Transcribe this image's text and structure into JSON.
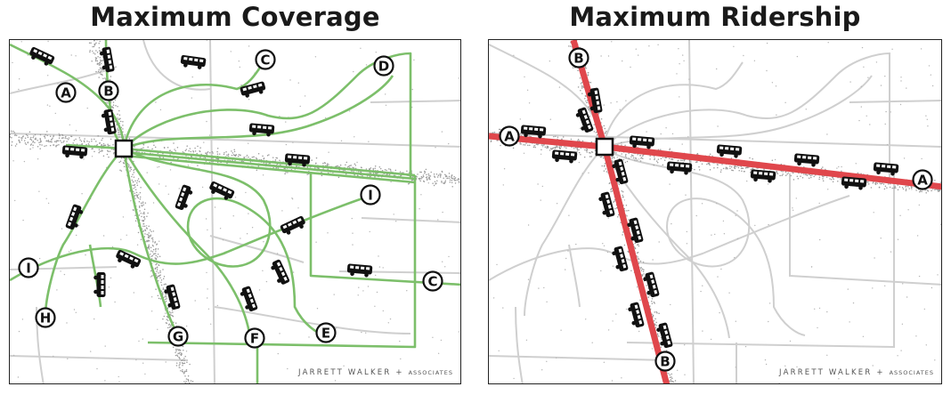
{
  "left_panel": {
    "title": "Maximum Coverage",
    "route_color": "#7cbf6a",
    "route_labels": [
      "A",
      "B",
      "C",
      "D",
      "I",
      "C",
      "E",
      "F",
      "G",
      "H",
      "I"
    ],
    "credit_main": "JARRETT WALKER + ",
    "credit_sub": "ASSOCIATES"
  },
  "right_panel": {
    "title": "Maximum Ridership",
    "route_color": "#e0474c",
    "route_labels": [
      "A",
      "A",
      "B",
      "B"
    ],
    "credit_main": "JARRETT WALKER + ",
    "credit_sub": "ASSOCIATES"
  },
  "colors": {
    "street": "#cfcfcf",
    "density_dots": "#9a9a9a",
    "bus": "#111111",
    "hub_fill": "#ffffff",
    "hub_stroke": "#111111"
  },
  "icons": [
    "bus-icon",
    "transit-hub-icon"
  ]
}
